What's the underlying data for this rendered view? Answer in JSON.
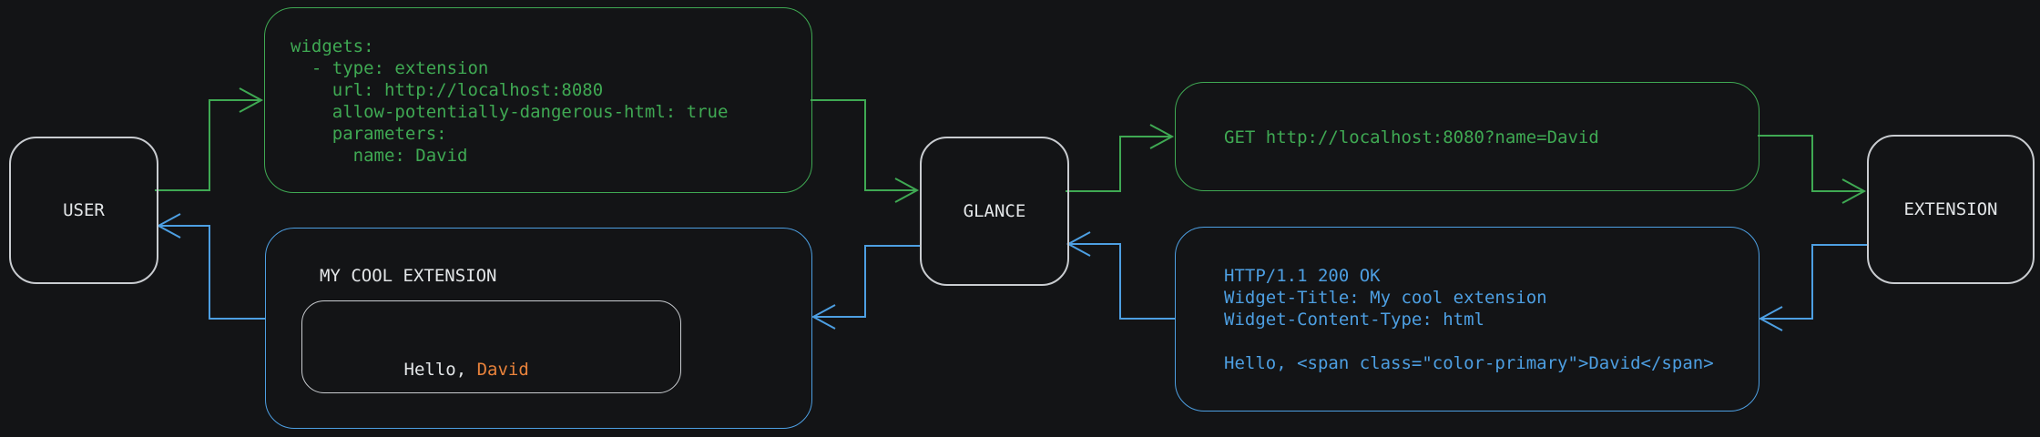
{
  "colors": {
    "bg": "#131416",
    "green": "#3FA953",
    "blue": "#4D9FE2",
    "gray": "#C9CCD0",
    "white": "#E3E6E8",
    "orange": "#E8823B"
  },
  "nodes": {
    "user": {
      "label": "USER"
    },
    "glance": {
      "label": "GLANCE"
    },
    "extension": {
      "label": "EXTENSION"
    }
  },
  "config_box": {
    "code": "widgets:\n  - type: extension\n    url: http://localhost:8080\n    allow-potentially-dangerous-html: true\n    parameters:\n      name: David"
  },
  "request_box": {
    "code": "GET http://localhost:8080?name=David"
  },
  "response_box": {
    "code": "HTTP/1.1 200 OK\nWidget-Title: My cool extension\nWidget-Content-Type: html\n\nHello, <span class=\"color-primary\">David</span>"
  },
  "widget_box": {
    "title": "MY COOL EXTENSION",
    "greeting_prefix": "Hello, ",
    "greeting_name": "David"
  }
}
